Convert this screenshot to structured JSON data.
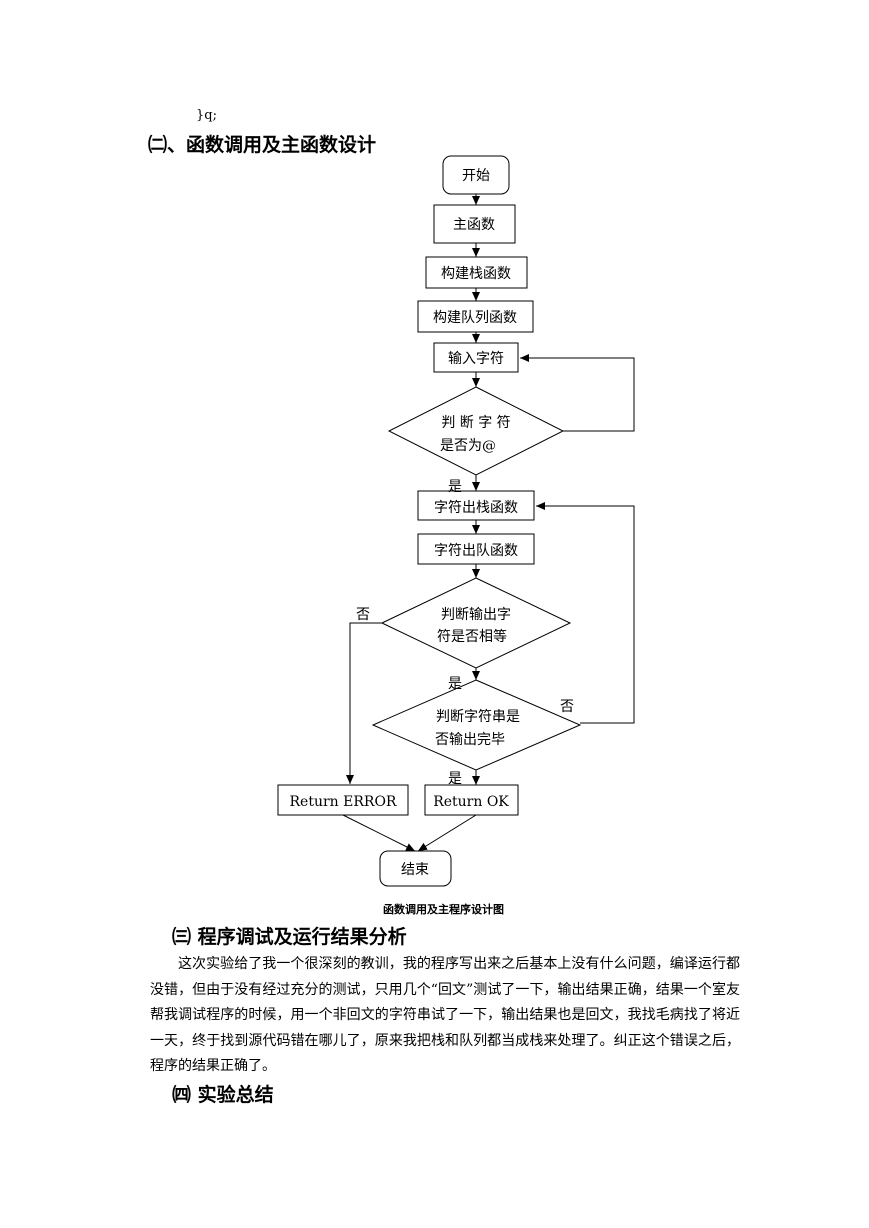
{
  "top_code": "}q;",
  "section2_title": "㈡、函数调用及主函数设计",
  "flowchart": {
    "start": "开始",
    "main_func": "主函数",
    "build_stack": "构建栈函数",
    "build_queue": "构建队列函数",
    "input_char": "输入字符",
    "decision1_line1": "判 断 字 符",
    "decision1_line2": "是否为@",
    "yes_label": "是",
    "no_label": "否",
    "pop_stack": "字符出栈函数",
    "dequeue": "字符出队函数",
    "decision2_line1": "判断输出字",
    "decision2_line2": "符是否相等",
    "decision3_line1": "判断字符串是",
    "decision3_line2": "否输出完毕",
    "return_error": "Return ERROR",
    "return_ok": "Return OK",
    "end": "结束"
  },
  "figure_caption": "函数调用及主程序设计图",
  "section3_title": "㈢ 程序调试及运行结果分析",
  "section3_paragraph": "这次实验给了我一个很深刻的教训，我的程序写出来之后基本上没有什么问题，编译运行都没错，但由于没有经过充分的测试，只用几个“回文”测试了一下，输出结果正确，结果一个室友帮我调试程序的时候，用一个非回文的字符串试了一下，输出结果也是回文，我找毛病找了将近一天，终于找到源代码错在哪儿了，原来我把栈和队列都当成栈来处理了。纠正这个错误之后，程序的结果正确了。",
  "section4_title": "㈣ 实验总结"
}
